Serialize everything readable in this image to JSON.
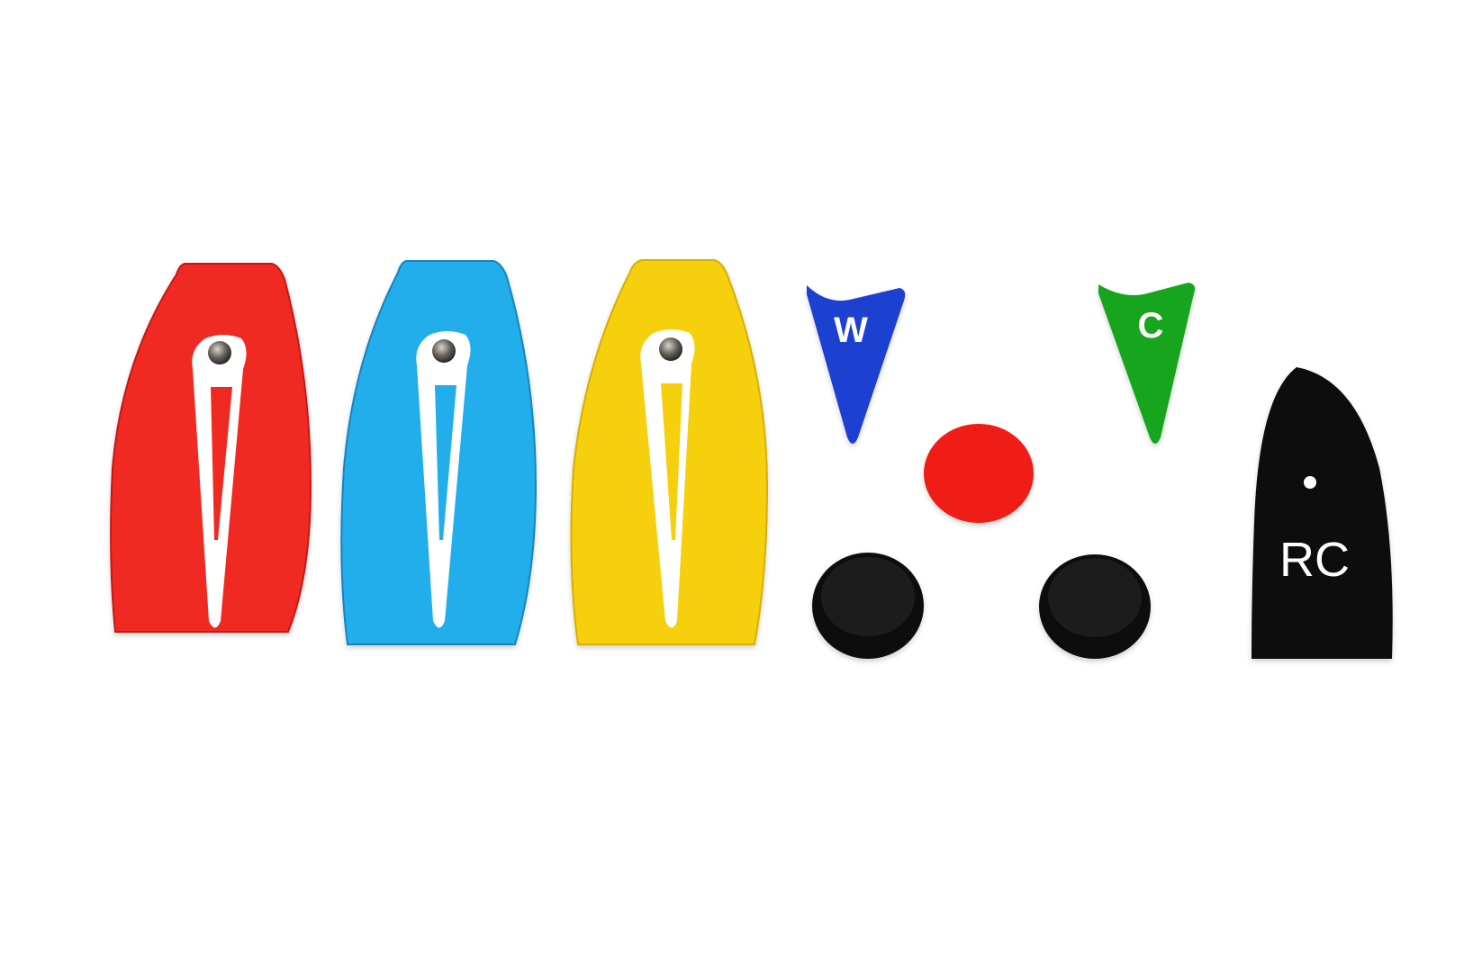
{
  "background": "#ffffff",
  "boats": [
    {
      "name": "red",
      "color": "#f02a22",
      "edge": "#c81812"
    },
    {
      "name": "blue",
      "color": "#23aeea",
      "edge": "#1584bf"
    },
    {
      "name": "yellow",
      "color": "#f6d010",
      "edge": "#d7b000"
    }
  ],
  "markers": {
    "windward": {
      "label": "W",
      "color": "#1b3fd0",
      "text_color": "#ffffff"
    },
    "course": {
      "label": "C",
      "color": "#17a51a",
      "text_color": "#ffffff"
    },
    "committee_boat": {
      "label": "RC",
      "color": "#0b0b0b",
      "text_color": "#ffffff"
    }
  },
  "discs": [
    {
      "name": "red-disc",
      "color": "#f01f15"
    },
    {
      "name": "black-disc-left",
      "color": "#0d0d0d"
    },
    {
      "name": "black-disc-right",
      "color": "#0d0d0d"
    }
  ],
  "boom_color": "#ffffff",
  "rivet_color": "#6a645e"
}
